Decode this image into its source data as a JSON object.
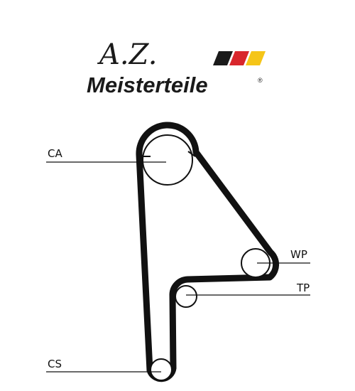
{
  "logo": {
    "script_text": "A.Z.",
    "name": "Meisterteile",
    "registered_mark": "®",
    "flag_colors": [
      "#1a1a1a",
      "#d8262c",
      "#f5c518"
    ]
  },
  "diagram": {
    "belt_color": "#111111",
    "pulleys": [
      {
        "label": "CA"
      },
      {
        "label": "WP"
      },
      {
        "label": "TP"
      },
      {
        "label": "CS"
      }
    ]
  }
}
